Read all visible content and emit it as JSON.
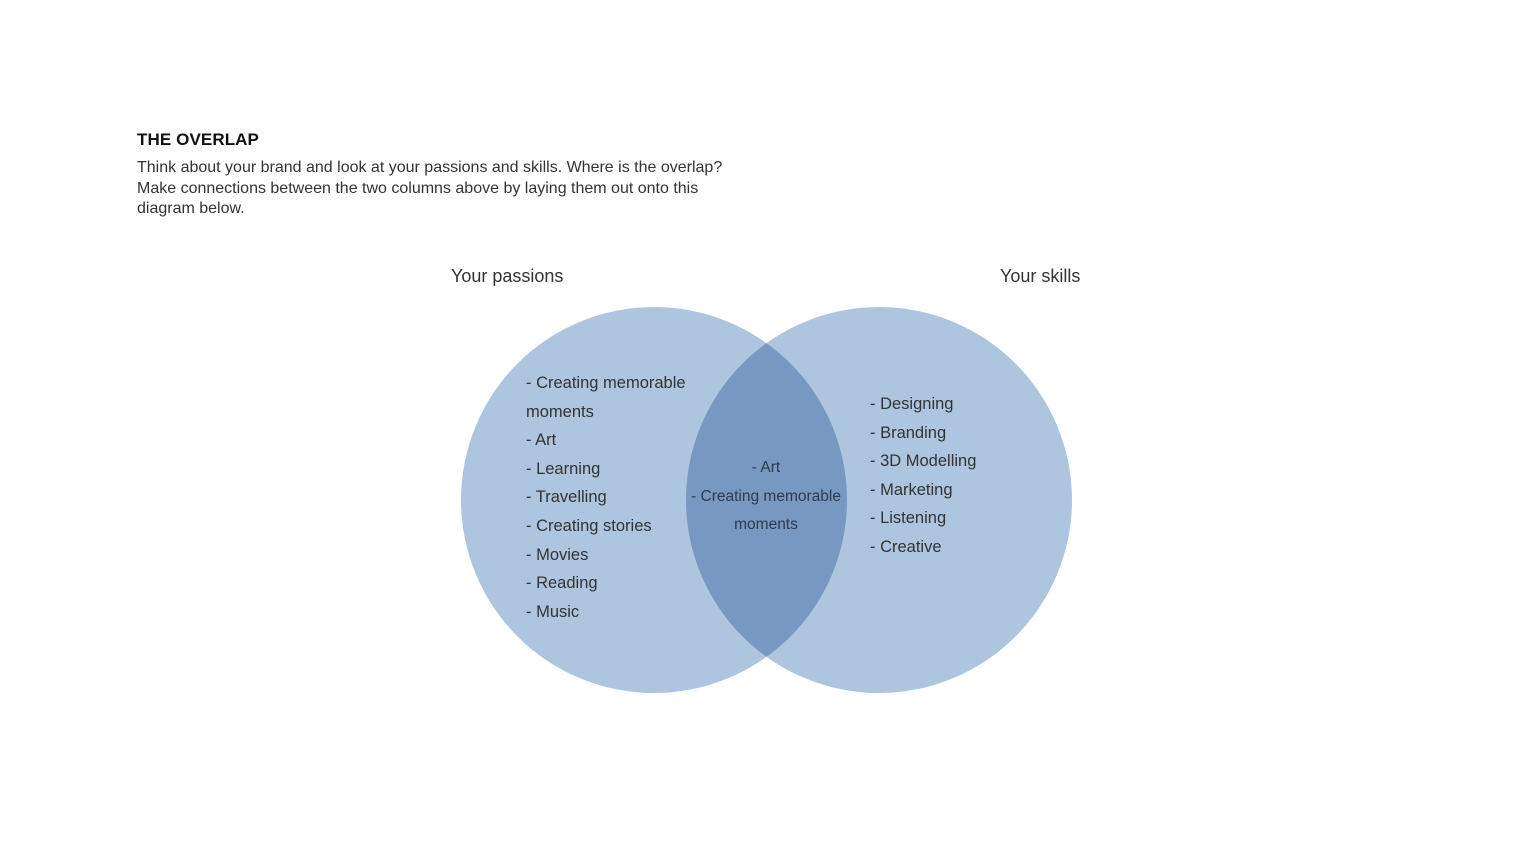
{
  "heading": "THE OVERLAP",
  "intro": "Think about your brand and look at your passions and skills. Where is the overlap? Make connections between the two columns above by laying them out onto this diagram below.",
  "venn": {
    "left_label": "Your passions",
    "right_label": "Your skills",
    "left_items": [
      "- Creating memorable moments",
      "- Art",
      "- Learning",
      "- Travelling",
      "- Creating stories",
      "- Movies",
      "- Reading",
      "- Music"
    ],
    "overlap_items": [
      "- Art",
      "- Creating memorable moments"
    ],
    "right_items": [
      "- Designing",
      "- Branding",
      "- 3D Modelling",
      "- Marketing",
      "- Listening",
      "- Creative"
    ]
  },
  "colors": {
    "circle_fill": "#adc5de",
    "overlap_fill": "#7799c1"
  }
}
